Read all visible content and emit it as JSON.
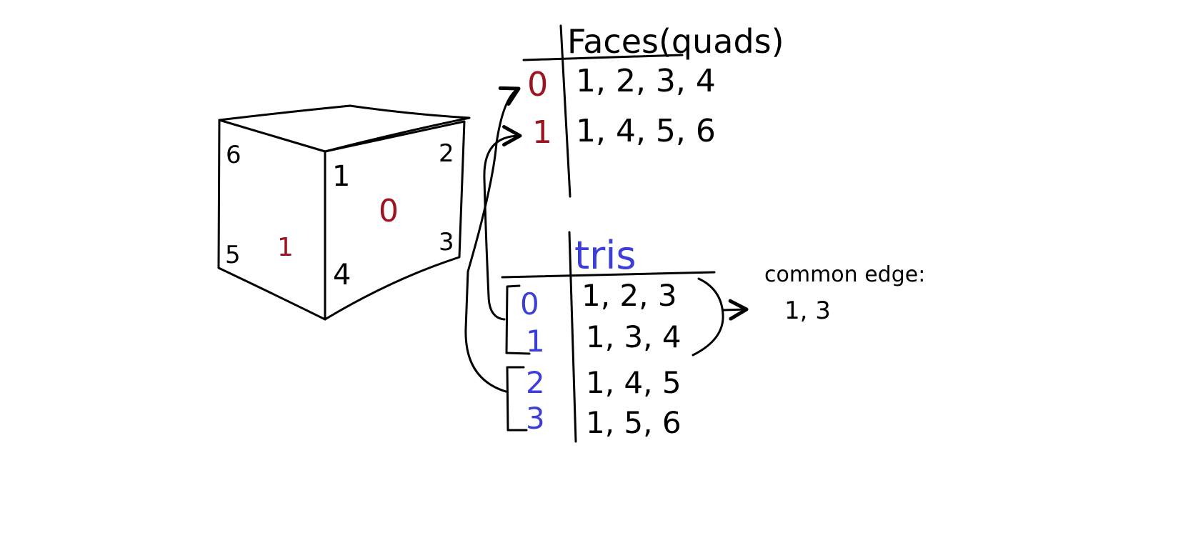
{
  "colors": {
    "ink": "#000000",
    "quad_index": "#9b1420",
    "tri_index": "#3b3fd8",
    "background": "#ffffff"
  },
  "cube": {
    "vertex_labels": {
      "v6": "6",
      "v1": "1",
      "v2": "2",
      "v5": "5",
      "v4": "4",
      "v3": "3"
    },
    "face_labels": {
      "front": "0",
      "left": "1"
    }
  },
  "quads_table": {
    "header": "Faces(quads)",
    "rows": [
      {
        "index": "0",
        "verts": "1, 2, 3, 4"
      },
      {
        "index": "1",
        "verts": "1, 4, 5, 6"
      }
    ]
  },
  "tris_table": {
    "header": "tris",
    "rows": [
      {
        "index": "0",
        "verts": "1, 2, 3"
      },
      {
        "index": "1",
        "verts": "1, 3, 4"
      },
      {
        "index": "2",
        "verts": "1, 4, 5"
      },
      {
        "index": "3",
        "verts": "1, 5, 6"
      }
    ]
  },
  "common_edge": {
    "label": "common edge:",
    "value": "1, 3"
  }
}
